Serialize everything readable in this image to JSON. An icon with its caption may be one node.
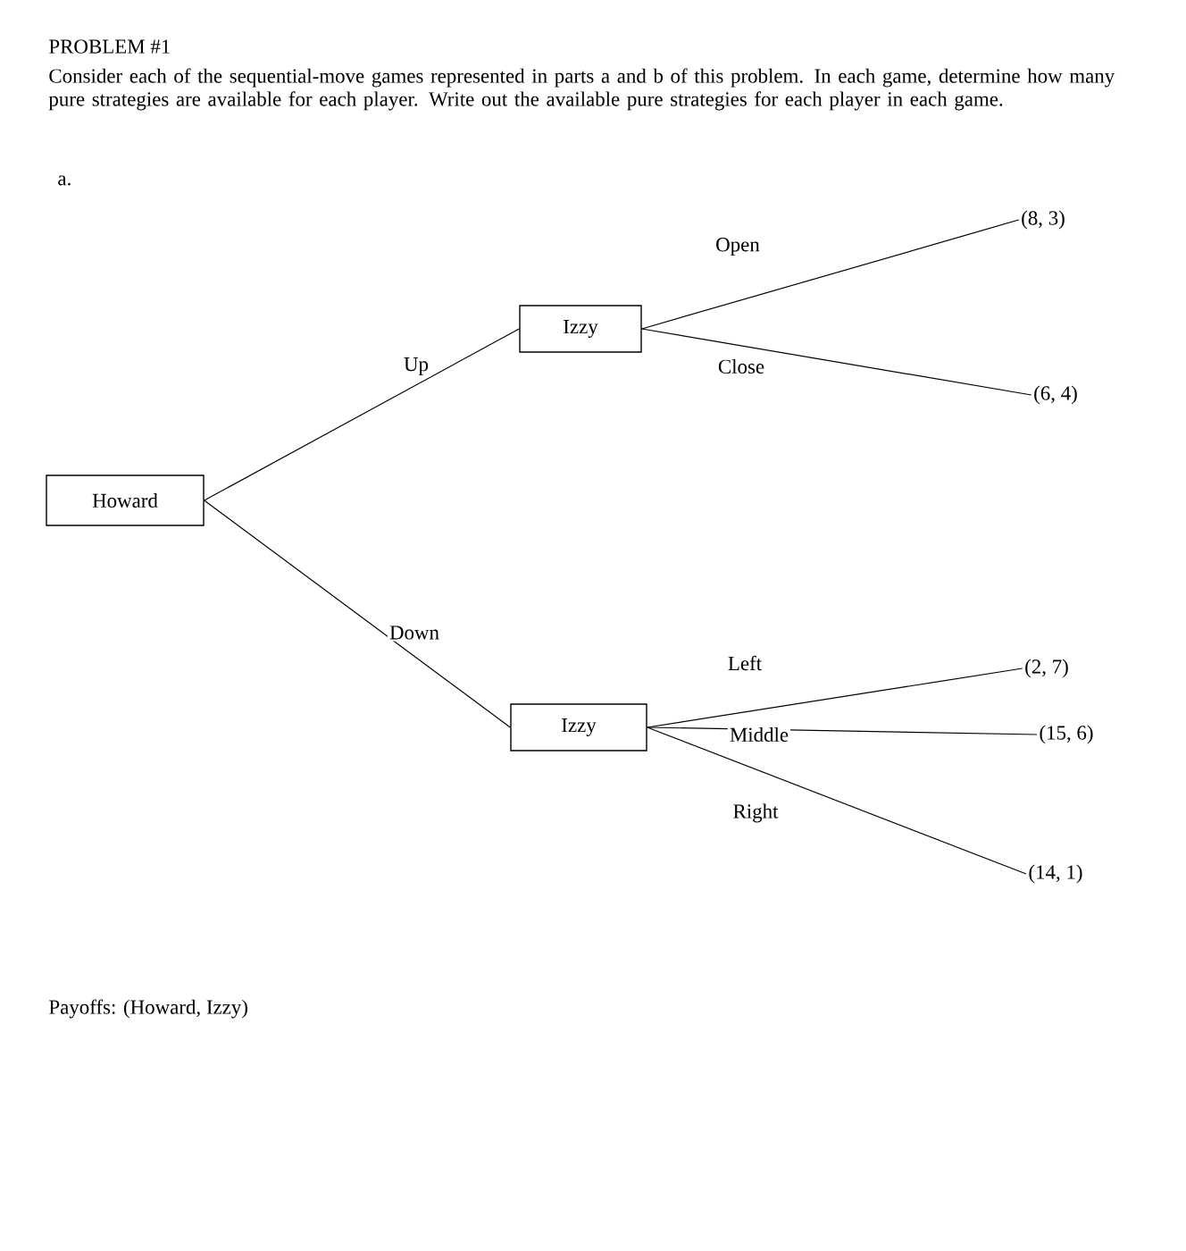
{
  "diagram": {
    "title": "PROBLEM #1",
    "nodes": [
      {
        "text": [
          "Howard"
        ]
      },
      {
        "text": [
          "Izzy"
        ]
      },
      {
        "text": [
          "Izzy"
        ]
      },
      {
        "text": [
          "(8, 3)"
        ]
      },
      {
        "text": [
          "(6, 4)"
        ]
      },
      {
        "text": [
          "(2, 7)"
        ]
      },
      {
        "text": [
          "(15, 6)"
        ]
      },
      {
        "text": [
          "(14, 1)"
        ]
      }
    ],
    "edges": [
      {
        "from": 0,
        "to": 1,
        "arrow": "none",
        "label": "Up"
      },
      {
        "from": 0,
        "to": 2,
        "arrow": "none",
        "label": "Down"
      },
      {
        "from": 1,
        "to": 3,
        "arrow": "none",
        "label": "Open"
      },
      {
        "from": 1,
        "to": 4,
        "arrow": "none",
        "label": "Close"
      },
      {
        "from": 2,
        "to": 5,
        "arrow": "none",
        "label": "Left"
      },
      {
        "from": 2,
        "to": 6,
        "arrow": "none",
        "label": "Middle"
      },
      {
        "from": 2,
        "to": 7,
        "arrow": "none",
        "label": "Right"
      }
    ],
    "labels": [
      "Consider each of the sequential-move games represented in parts a and b of this problem. In each game, determine how many pure strategies are available for each player. Write out the available pure strategies for each player in each game.",
      "a.",
      "Payoffs: (Howard, Izzy)"
    ]
  }
}
